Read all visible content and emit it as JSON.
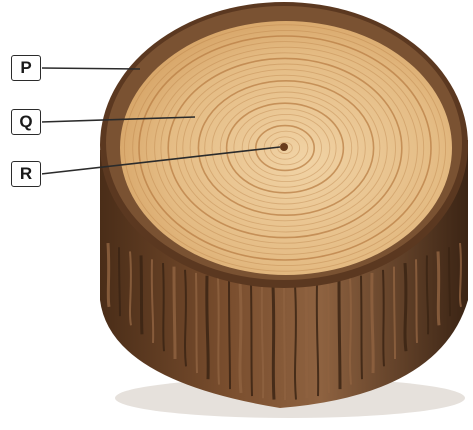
{
  "diagram": {
    "subject": "tree-trunk-cross-section",
    "labels": [
      {
        "id": "p",
        "text": "P"
      },
      {
        "id": "q",
        "text": "Q"
      },
      {
        "id": "r",
        "text": "R"
      }
    ],
    "colors": {
      "bark_dark": "#3b2414",
      "bark_mid": "#6b4226",
      "bark_light": "#8e6240",
      "wood_light": "#eac795",
      "wood_mid": "#d9a86a",
      "ring": "#b97f45",
      "pith": "#6a3c1c",
      "leader": "#2b2b2b"
    }
  }
}
